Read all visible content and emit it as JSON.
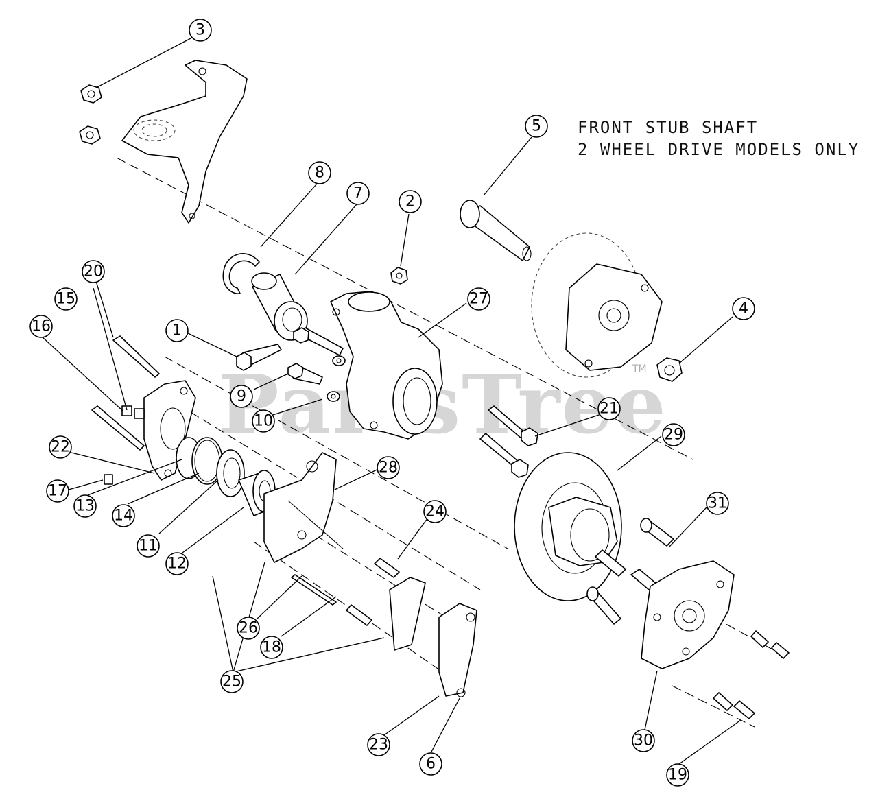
{
  "note": {
    "line1": "FRONT STUB SHAFT",
    "line2": "2 WHEEL DRIVE MODELS ONLY"
  },
  "watermark": {
    "brand": "PartsTree",
    "tm": "TM"
  },
  "callouts": {
    "c1": "1",
    "c2": "2",
    "c3": "3",
    "c4": "4",
    "c5": "5",
    "c6": "6",
    "c7": "7",
    "c8": "8",
    "c9": "9",
    "c10": "10",
    "c11": "11",
    "c12": "12",
    "c13": "13",
    "c14": "14",
    "c15": "15",
    "c16": "16",
    "c17": "17",
    "c18": "18",
    "c19": "19",
    "c20": "20",
    "c21": "21",
    "c22": "22",
    "c23": "23",
    "c24": "24",
    "c25": "25",
    "c26": "26",
    "c27": "27",
    "c28": "28",
    "c29": "29",
    "c30": "30",
    "c31": "31"
  }
}
